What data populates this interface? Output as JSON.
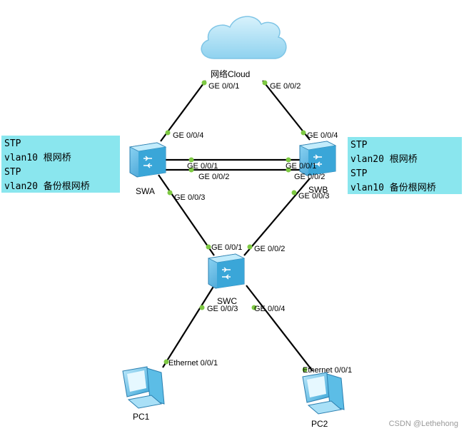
{
  "cloud": {
    "label": "网络Cloud"
  },
  "switches": {
    "swa": "SWA",
    "swb": "SWB",
    "swc": "SWC"
  },
  "pcs": {
    "pc1": "PC1",
    "pc2": "PC2"
  },
  "ports": {
    "cloud_ge001": "GE 0/0/1",
    "cloud_ge002": "GE 0/0/2",
    "swa_ge004": "GE 0/0/4",
    "swb_ge004": "GE 0/0/4",
    "swa_ge001": "GE 0/0/1",
    "swa_ge002": "GE 0/0/2",
    "swb_ge001": "GE 0/0/1",
    "swb_ge002": "GE 0/0/2",
    "swa_ge003": "GE 0/0/3",
    "swb_ge003": "GE 0/0/3",
    "swc_ge001": "GE 0/0/1",
    "swc_ge002": "GE 0/0/2",
    "swc_ge003": "GE 0/0/3",
    "swc_ge004": "GE 0/0/4",
    "pc1_eth": "Ethernet 0/0/1",
    "pc2_eth": "Ethernet 0/0/1"
  },
  "notes": {
    "left": [
      "STP",
      "vlan10 根网桥",
      "STP",
      "vlan20 备份根网桥"
    ],
    "right": [
      "STP",
      "vlan20 根网桥",
      "STP",
      "vlan10 备份根网桥"
    ]
  },
  "watermark": "CSDN @Lethehong",
  "colors": {
    "link": "#000000",
    "port_dot": "#7ec943",
    "note_bg": "#8ae6ee",
    "switch": "#3aa6d8",
    "cloud": "#a7def3",
    "pc": "#5cbde6"
  }
}
